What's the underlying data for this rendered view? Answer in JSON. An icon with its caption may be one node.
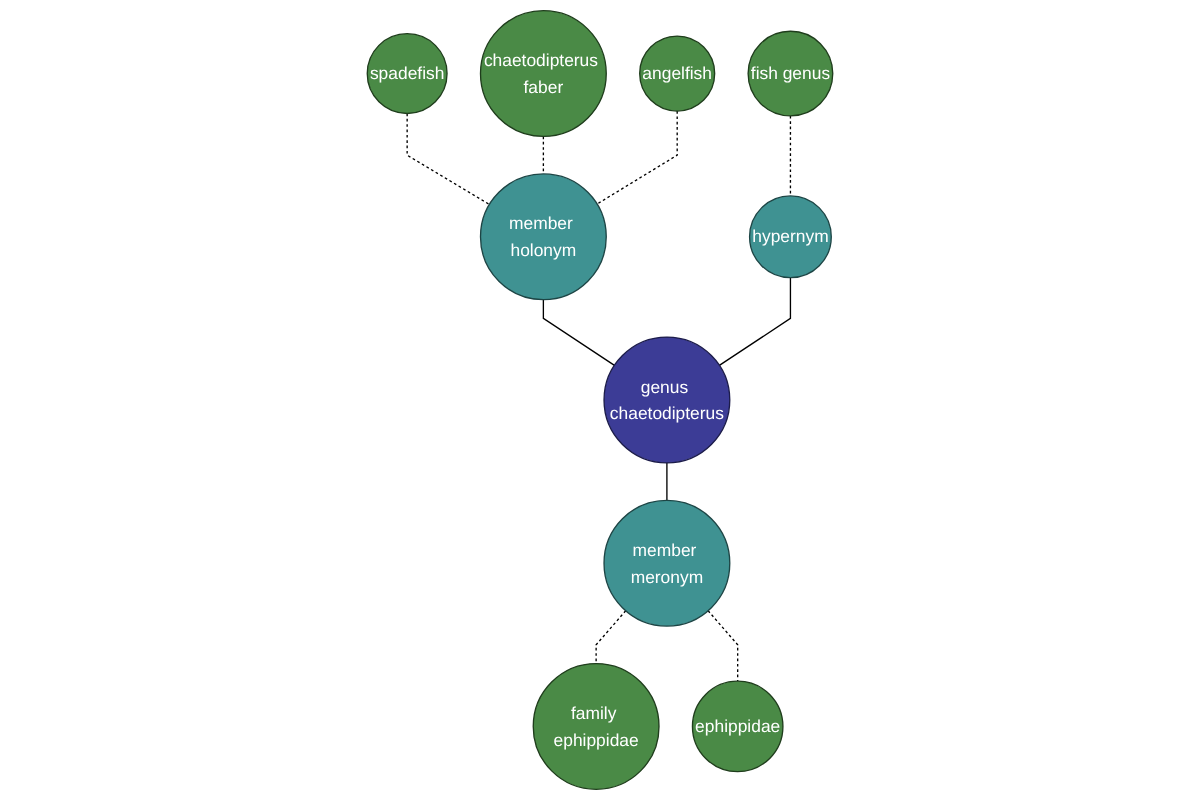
{
  "diagram": {
    "nodes": [
      {
        "text": [
          "spadefish"
        ]
      },
      {
        "text": [
          "chaetodipterus faber"
        ]
      },
      {
        "text": [
          "angelfish"
        ]
      },
      {
        "text": [
          "member holonym"
        ]
      },
      {
        "text": [
          "fish genus"
        ]
      },
      {
        "text": [
          "hypernym"
        ]
      },
      {
        "text": [
          "genus chaetodipterus"
        ]
      },
      {
        "text": [
          "member meronym"
        ]
      },
      {
        "text": [
          "family ephippidae"
        ]
      },
      {
        "text": [
          "ephippidae"
        ]
      }
    ],
    "edges": [
      {
        "from": 0,
        "to": 3,
        "arrow": "none",
        "style": "dashed"
      },
      {
        "from": 1,
        "to": 3,
        "arrow": "none",
        "style": "dashed"
      },
      {
        "from": 2,
        "to": 3,
        "arrow": "none",
        "style": "dashed"
      },
      {
        "from": 3,
        "to": 6,
        "arrow": "none"
      },
      {
        "from": 4,
        "to": 5,
        "arrow": "none",
        "style": "dashed"
      },
      {
        "from": 5,
        "to": 6,
        "arrow": "none"
      },
      {
        "from": 6,
        "to": 7,
        "arrow": "none"
      },
      {
        "from": 7,
        "to": 8,
        "arrow": "none",
        "style": "dashed"
      },
      {
        "from": 7,
        "to": 9,
        "arrow": "none",
        "style": "dashed"
      }
    ]
  }
}
